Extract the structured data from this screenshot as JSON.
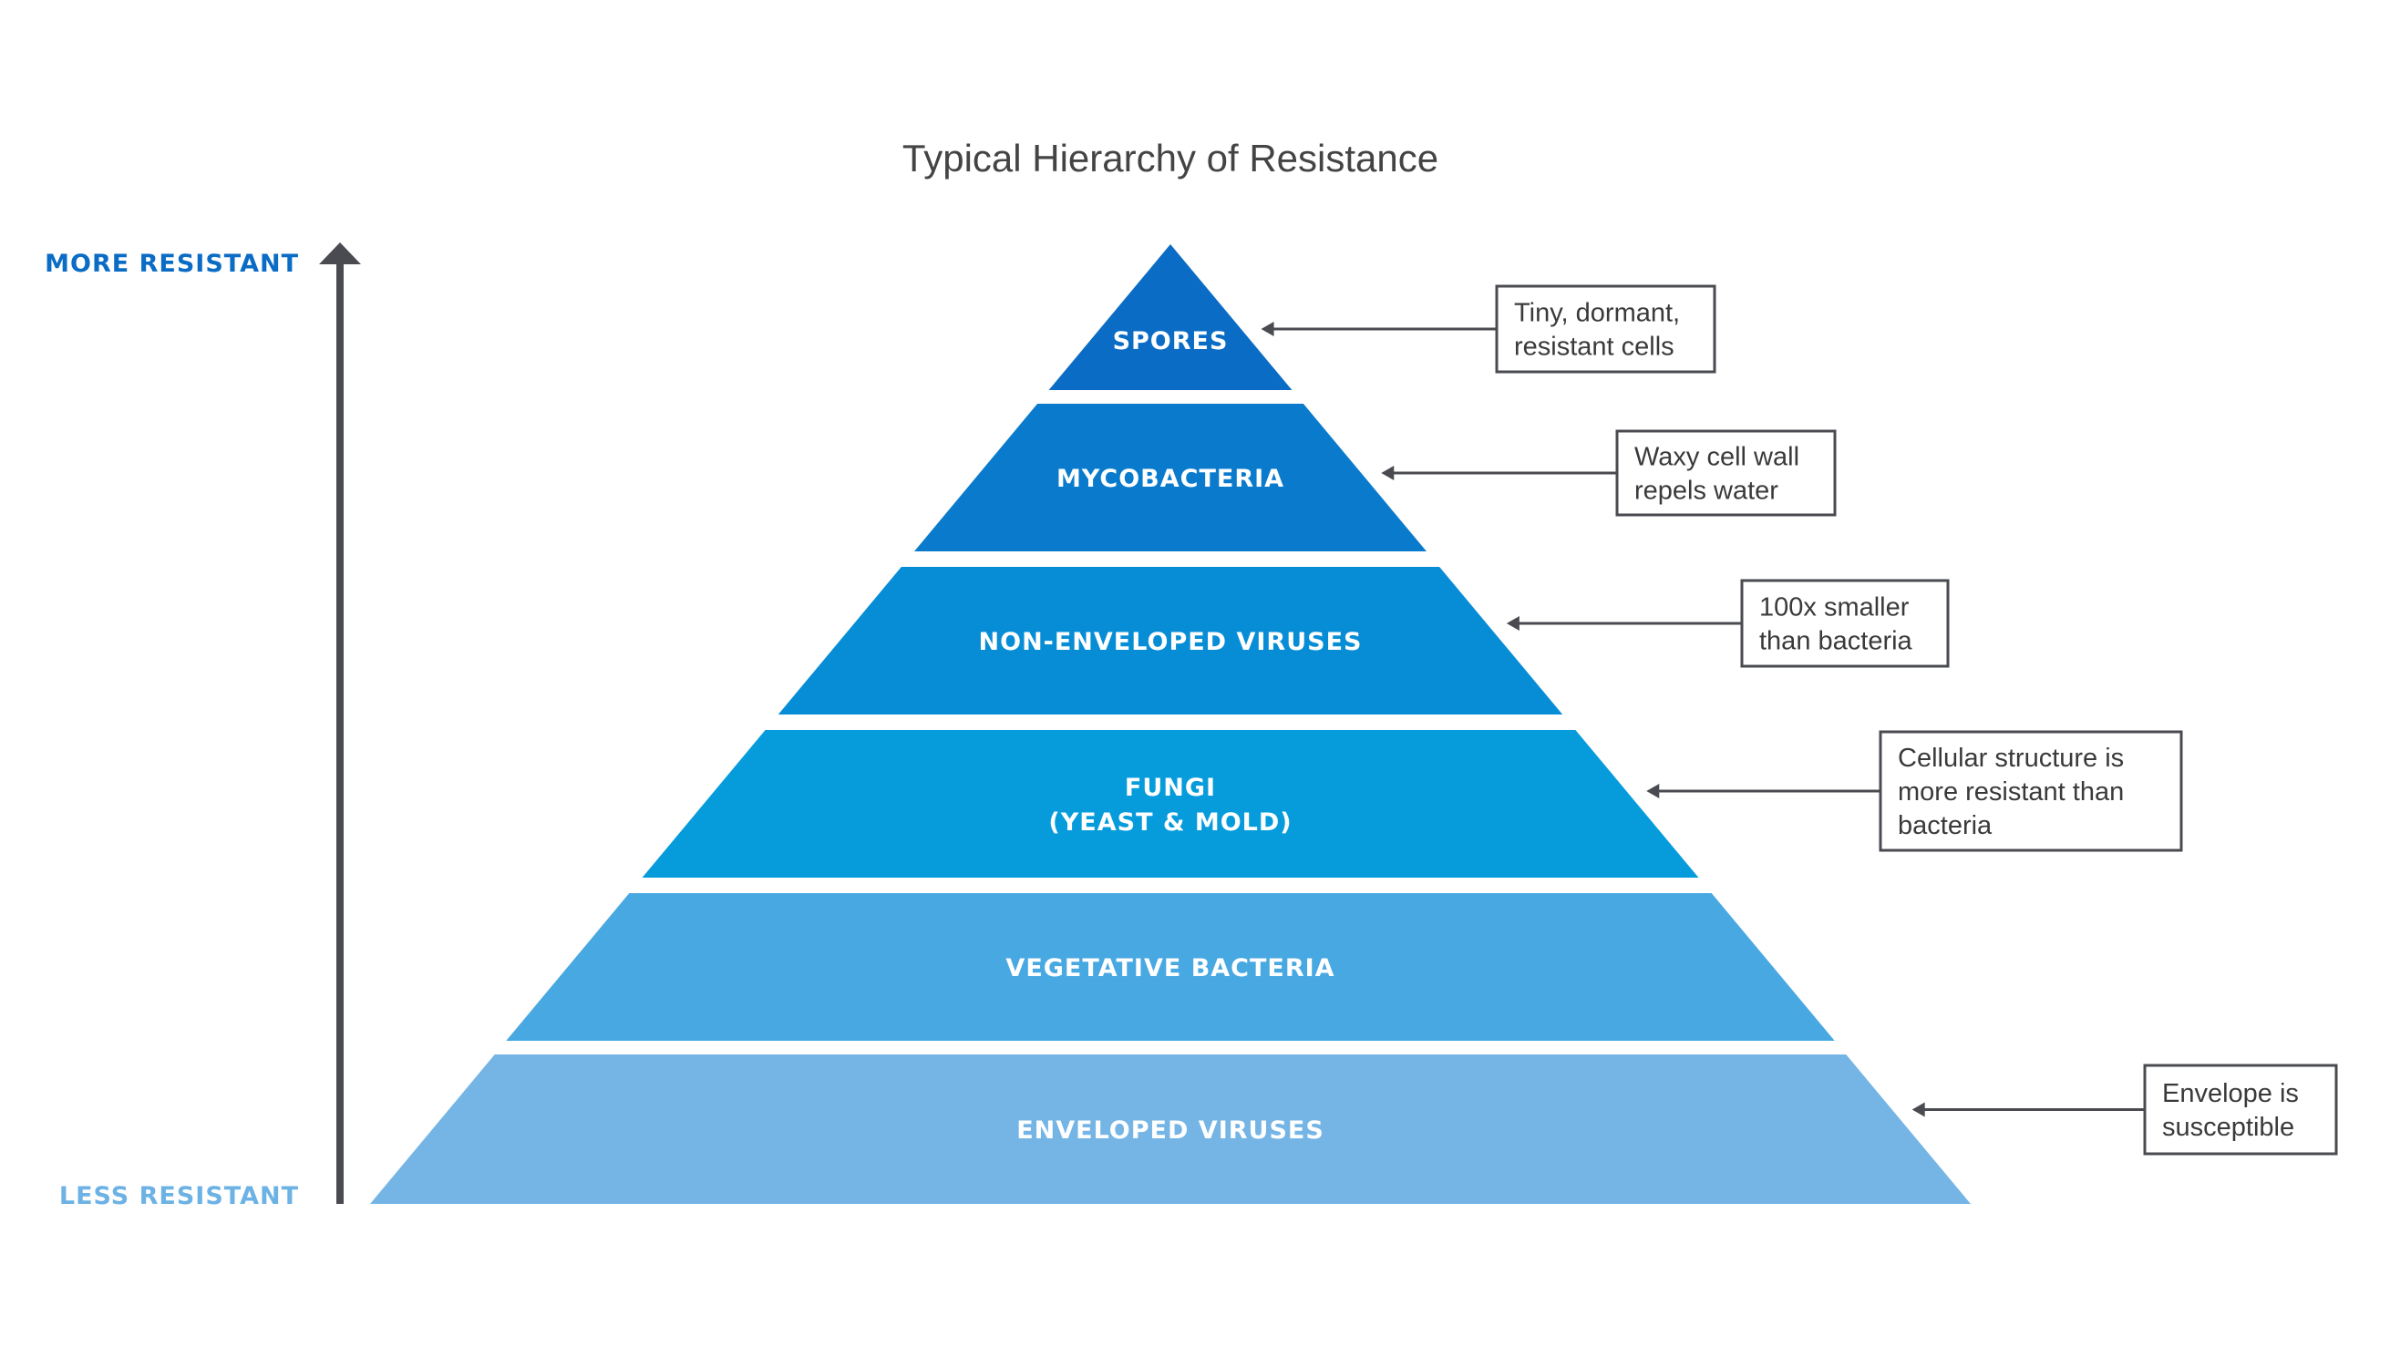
{
  "title": "Typical Hierarchy of Resistance",
  "axis": {
    "top_label": "MORE RESISTANT",
    "bottom_label": "LESS RESISTANT",
    "top_color": "#0a6cc4",
    "bottom_color": "#6cb2e4"
  },
  "levels": [
    {
      "lines": [
        "SPORES"
      ],
      "color": "#0a6cc4",
      "note": [
        "Tiny, dormant,",
        "resistant cells"
      ]
    },
    {
      "lines": [
        "MYCOBACTERIA"
      ],
      "color": "#0a7bcc",
      "note": [
        "Waxy cell wall",
        "repels water"
      ]
    },
    {
      "lines": [
        "NON-ENVELOPED VIRUSES"
      ],
      "color": "#078dd6",
      "note": [
        "100x smaller",
        "than bacteria"
      ]
    },
    {
      "lines": [
        "FUNGI",
        "(YEAST & MOLD)"
      ],
      "color": "#069cdc",
      "note": [
        "Cellular structure is",
        "more resistant than",
        "bacteria"
      ]
    },
    {
      "lines": [
        "VEGETATIVE BACTERIA"
      ],
      "color": "#48a8e2",
      "note": []
    },
    {
      "lines": [
        "ENVELOPED VIRUSES"
      ],
      "color": "#74b5e5",
      "note": [
        "Envelope is",
        "susceptible"
      ]
    }
  ]
}
